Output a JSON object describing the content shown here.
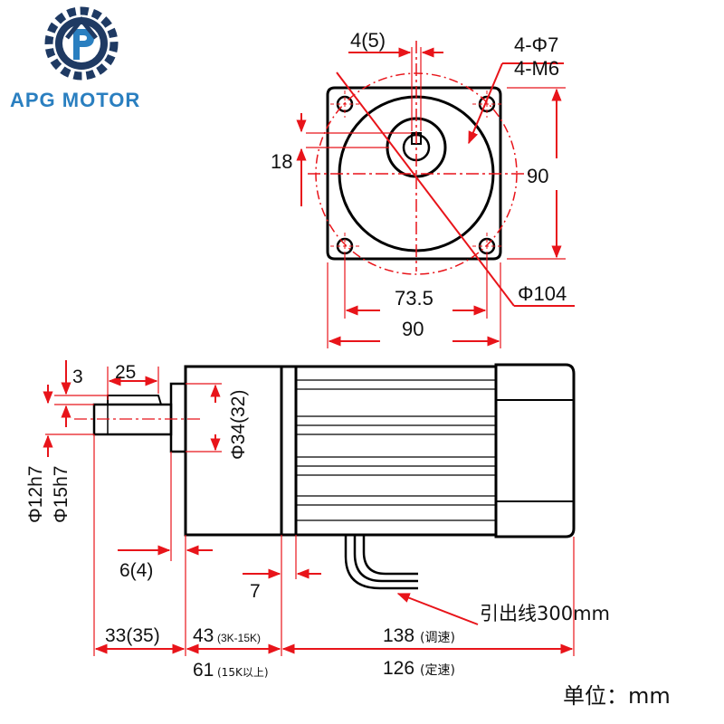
{
  "logo": {
    "brand_text": "APG MOTOR",
    "colors": {
      "navy": "#1f3a63",
      "teal": "#2a7fc0",
      "gray": "#5a6b7c"
    }
  },
  "front_view": {
    "shaft_key_width": "4(5)",
    "hole_count_dia": "4-Φ7",
    "hole_thread": "4-M6",
    "key_height": "18",
    "frame_height": "90",
    "pitch_circle_diameter": "Φ104",
    "hole_spacing": "73.5",
    "frame_width": "90"
  },
  "side_view": {
    "key_offset": "3",
    "key_length": "25",
    "pilot_diameter": "Φ34(32)",
    "shaft_diameter_1": "Φ12h7",
    "shaft_diameter_2": "Φ15h7",
    "flange_thickness": "6(4)",
    "gap_dim": "7",
    "lead_wire": "引出线300mm",
    "shaft_length": "33(35)",
    "gearbox_len_a": "43",
    "gearbox_len_a_note": "(3K-15K)",
    "gearbox_len_b": "61",
    "gearbox_len_b_note": "(15K以上)",
    "motor_len_a": "138",
    "motor_len_a_note": "(调速)",
    "motor_len_b": "126",
    "motor_len_b_note": "(定速)"
  },
  "unit_label": "单位：mm",
  "colors": {
    "dimension_red": "#e8141a",
    "outline": "#000000"
  }
}
